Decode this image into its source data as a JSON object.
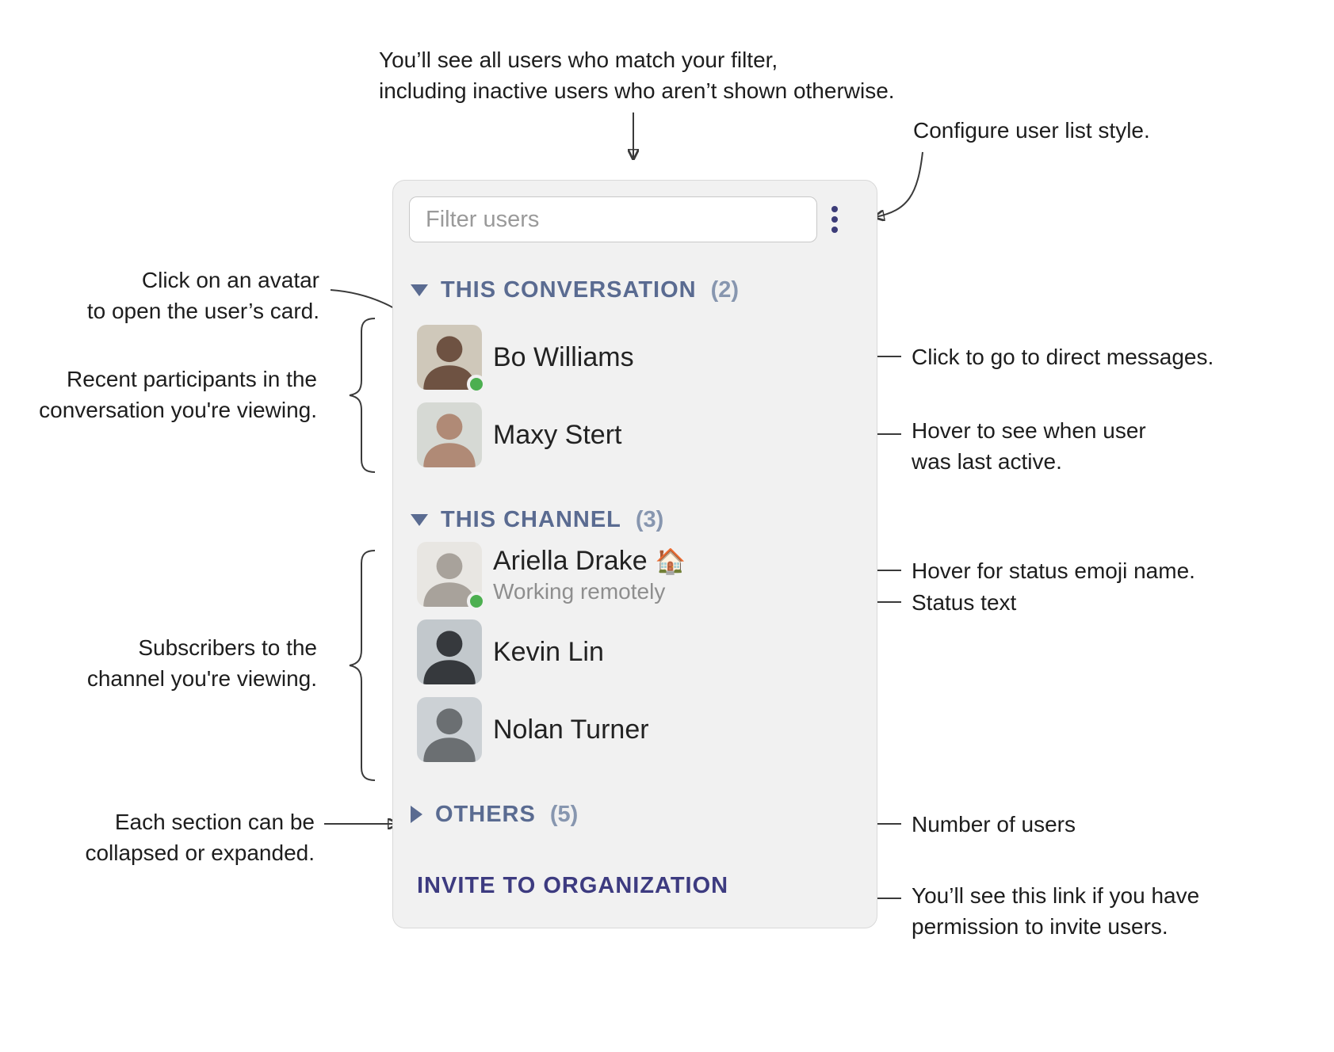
{
  "colors": {
    "panel_background": "#f1f1f1",
    "section_header": "#5a6b91",
    "section_count": "#8796af",
    "accent_link": "#3d3b80",
    "presence_online": "#4caf50",
    "status_text": "#8e8e8e",
    "annotation_line": "#3a3a3a"
  },
  "panel": {
    "filter_placeholder": "Filter users",
    "menu_icon": "vertical-ellipsis-icon",
    "invite_link": "INVITE TO ORGANIZATION",
    "sections": [
      {
        "label": "THIS CONVERSATION",
        "count": "(2)",
        "collapsed": false,
        "users": [
          {
            "name": "Bo Williams",
            "presence": "online"
          },
          {
            "name": "Maxy Stert",
            "presence": "offline"
          }
        ]
      },
      {
        "label": "THIS CHANNEL",
        "count": "(3)",
        "collapsed": false,
        "users": [
          {
            "name": "Ariella Drake",
            "status_emoji": "🏠",
            "status_text": "Working remotely",
            "presence": "online"
          },
          {
            "name": "Kevin Lin",
            "presence": "offline"
          },
          {
            "name": "Nolan Turner",
            "presence": "offline"
          }
        ]
      },
      {
        "label": "OTHERS",
        "count": "(5)",
        "collapsed": true,
        "users": []
      }
    ]
  },
  "annotations": {
    "filter_results": {
      "line1": "You’ll see all users who match your filter,",
      "line2": "including inactive users who aren’t shown otherwise."
    },
    "configure_style": {
      "text": "Configure user list style."
    },
    "avatar_card": {
      "line1": "Click on an avatar",
      "line2": "to open the user’s card."
    },
    "recent_participants": {
      "line1": "Recent participants in the",
      "line2": "conversation you're viewing."
    },
    "direct_messages": {
      "text": "Click to go to direct messages."
    },
    "last_active": {
      "line1": "Hover to see when user",
      "line2": "was last active."
    },
    "subscribers": {
      "line1": "Subscribers to the",
      "line2": "channel you're viewing."
    },
    "status_emoji": {
      "text": "Hover for status emoji name."
    },
    "status_text": {
      "text": "Status text"
    },
    "collapse_sections": {
      "line1": "Each section can be",
      "line2": "collapsed or expanded."
    },
    "user_count": {
      "text": "Number of users"
    },
    "invite_permission": {
      "line1": "You’ll see this link if you have",
      "line2": "permission to invite users."
    }
  }
}
